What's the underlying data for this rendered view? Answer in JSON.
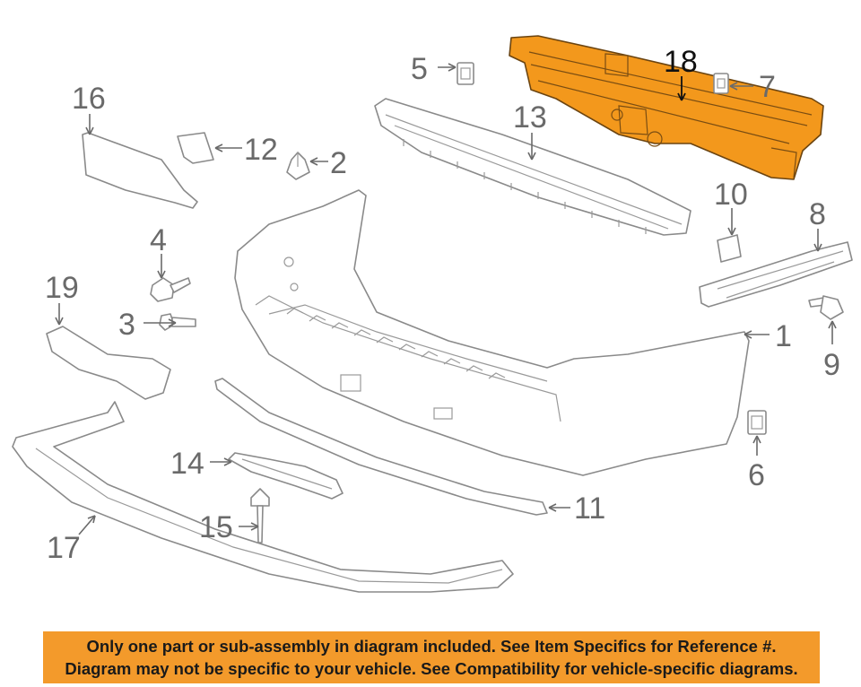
{
  "callouts": [
    {
      "id": "1",
      "label": "1"
    },
    {
      "id": "2",
      "label": "2"
    },
    {
      "id": "3",
      "label": "3"
    },
    {
      "id": "4",
      "label": "4"
    },
    {
      "id": "5",
      "label": "5"
    },
    {
      "id": "6",
      "label": "6"
    },
    {
      "id": "7",
      "label": "7"
    },
    {
      "id": "8",
      "label": "8"
    },
    {
      "id": "9",
      "label": "9"
    },
    {
      "id": "10",
      "label": "10"
    },
    {
      "id": "11",
      "label": "11"
    },
    {
      "id": "12",
      "label": "12"
    },
    {
      "id": "13",
      "label": "13"
    },
    {
      "id": "14",
      "label": "14"
    },
    {
      "id": "15",
      "label": "15"
    },
    {
      "id": "16",
      "label": "16"
    },
    {
      "id": "17",
      "label": "17"
    },
    {
      "id": "18",
      "label": "18",
      "highlighted": true
    },
    {
      "id": "19",
      "label": "19"
    }
  ],
  "highlight_color": "#f3981c",
  "notice": {
    "line1": "Only one part or sub-assembly in diagram included. See Item Specifics for Reference #.",
    "line2": "Diagram may not be specific to your vehicle. See Compatibility for vehicle-specific diagrams.",
    "background": "#f39a2b"
  }
}
